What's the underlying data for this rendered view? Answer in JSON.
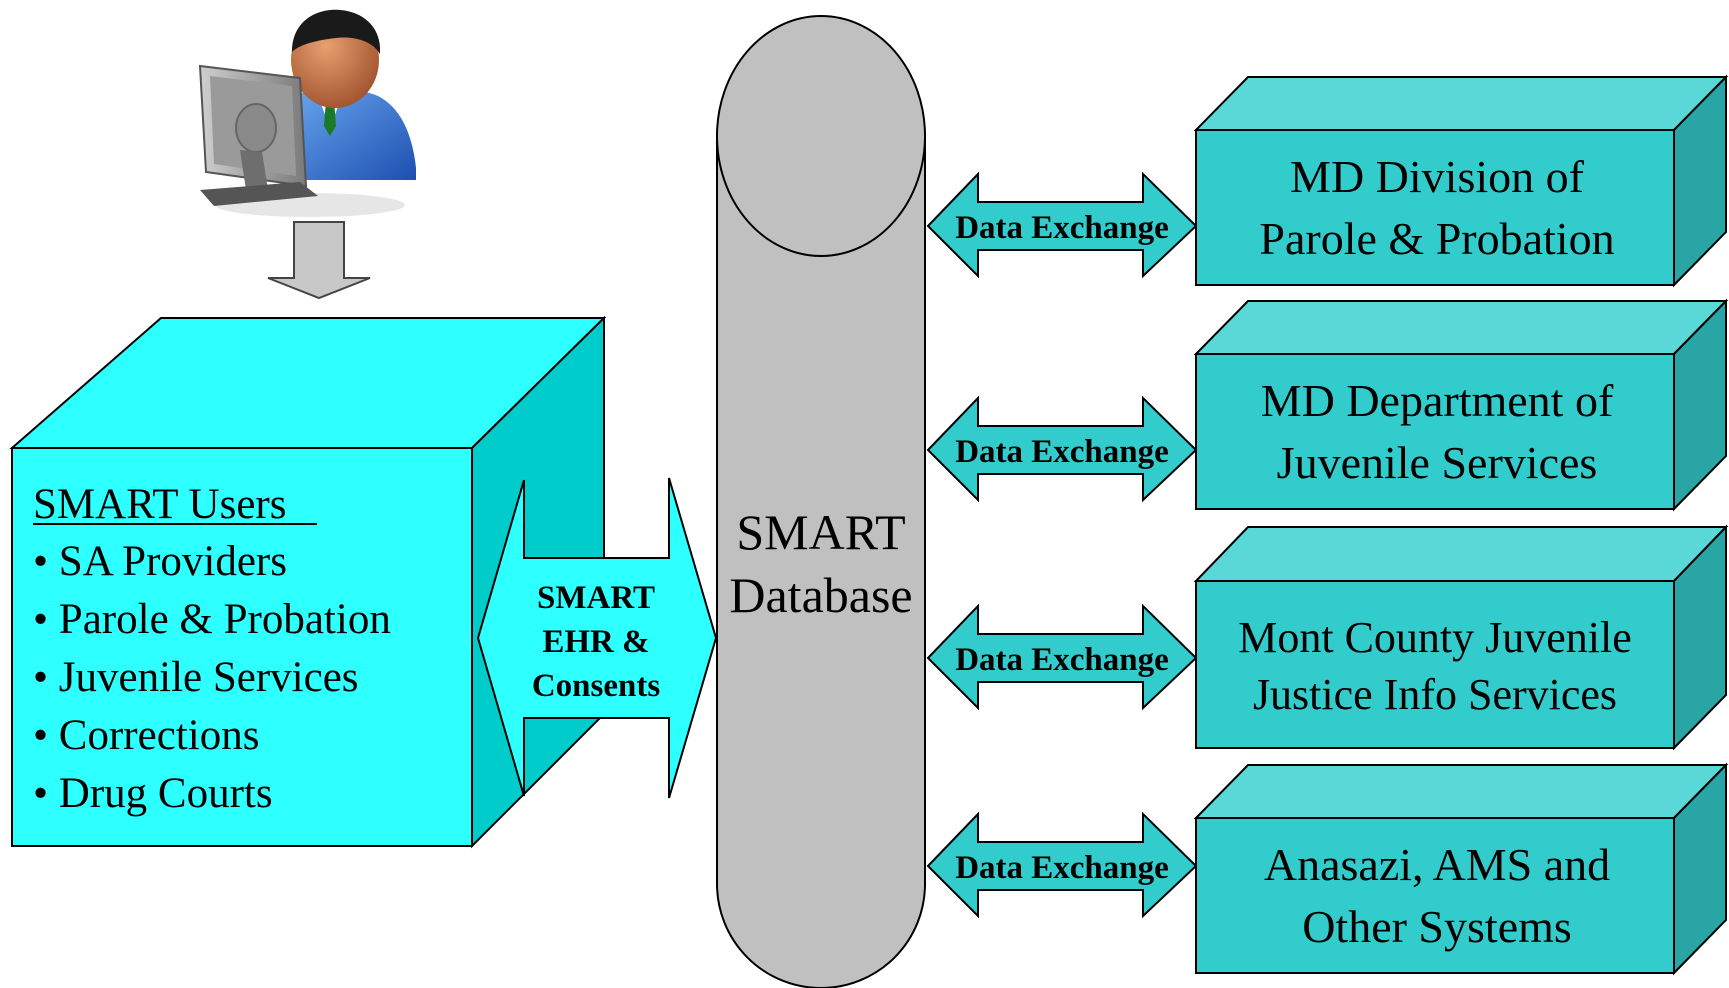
{
  "users_box": {
    "heading": "SMART Users",
    "items": [
      "• SA Providers",
      "• Parole & Probation",
      "• Juvenile Services",
      "• Corrections",
      "• Drug Courts"
    ]
  },
  "ehr_arrow": {
    "lines": [
      "SMART",
      "EHR &",
      "Consents"
    ]
  },
  "database": {
    "lines": [
      "SMART",
      "Database"
    ]
  },
  "exchange_label": "Data Exchange",
  "systems": [
    {
      "lines": [
        "MD Division of",
        "Parole & Probation"
      ]
    },
    {
      "lines": [
        "MD Department of",
        "Juvenile Services"
      ]
    },
    {
      "lines": [
        "Mont County Juvenile",
        "Justice Info Services"
      ]
    },
    {
      "lines": [
        "Anasazi, AMS and",
        "Other Systems"
      ]
    }
  ],
  "colors": {
    "users_front": "#2EFFFF",
    "users_side": "#00CCCC",
    "system_front": "#33CCCC",
    "system_top": "#5AD8D8",
    "system_side": "#2AA5A5",
    "arrow_fill": "#33CCCC",
    "database_fill": "#C0C0C0"
  },
  "icons": [
    "computer-user-icon",
    "down-arrow-icon"
  ]
}
